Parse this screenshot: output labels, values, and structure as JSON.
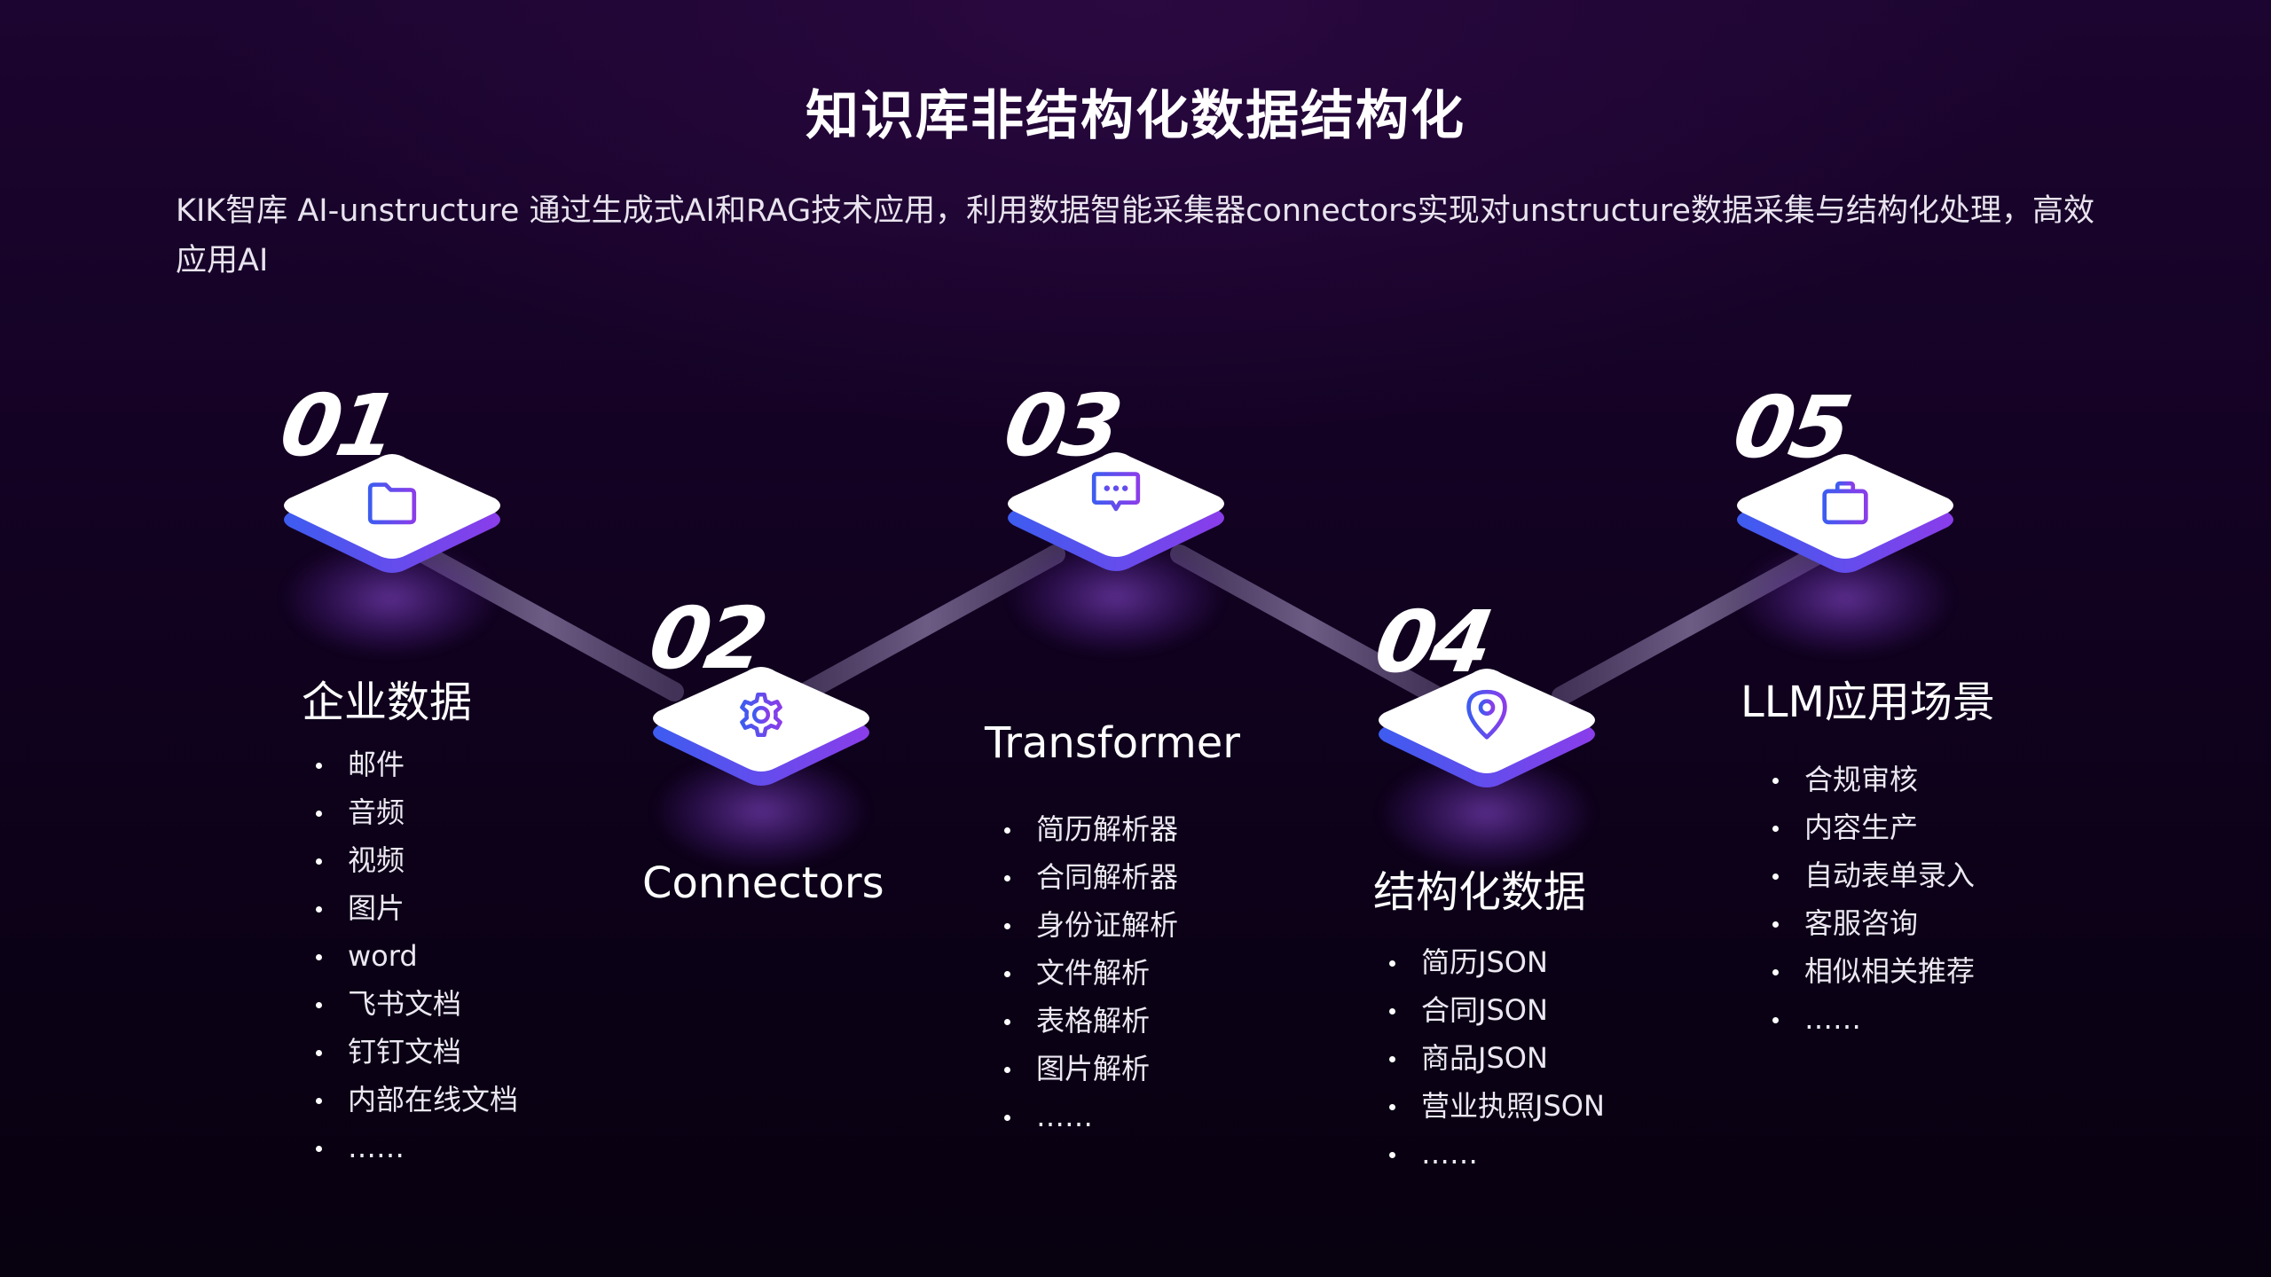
{
  "title": "知识库非结构化数据结构化",
  "intro": "KIK智库 AI-unstructure 通过生成式AI和RAG技术应用，利用数据智能采集器connectors实现对unstructure数据采集与结构化处理，高效应用AI",
  "colors": {
    "accent_blue": "#3d5cf0",
    "accent_purple": "#8a3dea",
    "node_face": "#ffffff"
  },
  "steps": [
    {
      "num": "01",
      "title": "企业数据",
      "icon": "folder-icon",
      "items": [
        "邮件",
        "音频",
        "视频",
        "图片",
        "word",
        "飞书文档",
        "钉钉文档",
        "内部在线文档",
        "……"
      ]
    },
    {
      "num": "02",
      "title": "Connectors",
      "icon": "gear-icon",
      "items": []
    },
    {
      "num": "03",
      "title": "Transformer",
      "icon": "chat-icon",
      "items": [
        "简历解析器",
        "合同解析器",
        "身份证解析",
        "文件解析",
        "表格解析",
        "图片解析",
        "……"
      ]
    },
    {
      "num": "04",
      "title": "结构化数据",
      "icon": "location-pin-icon",
      "items": [
        "简历JSON",
        "合同JSON",
        "商品JSON",
        "营业执照JSON",
        "……"
      ]
    },
    {
      "num": "05",
      "title": "LLM应用场景",
      "icon": "briefcase-icon",
      "items": [
        "合规审核",
        "内容生产",
        "自动表单录入",
        "客服咨询",
        "相似相关推荐",
        "……"
      ]
    }
  ]
}
